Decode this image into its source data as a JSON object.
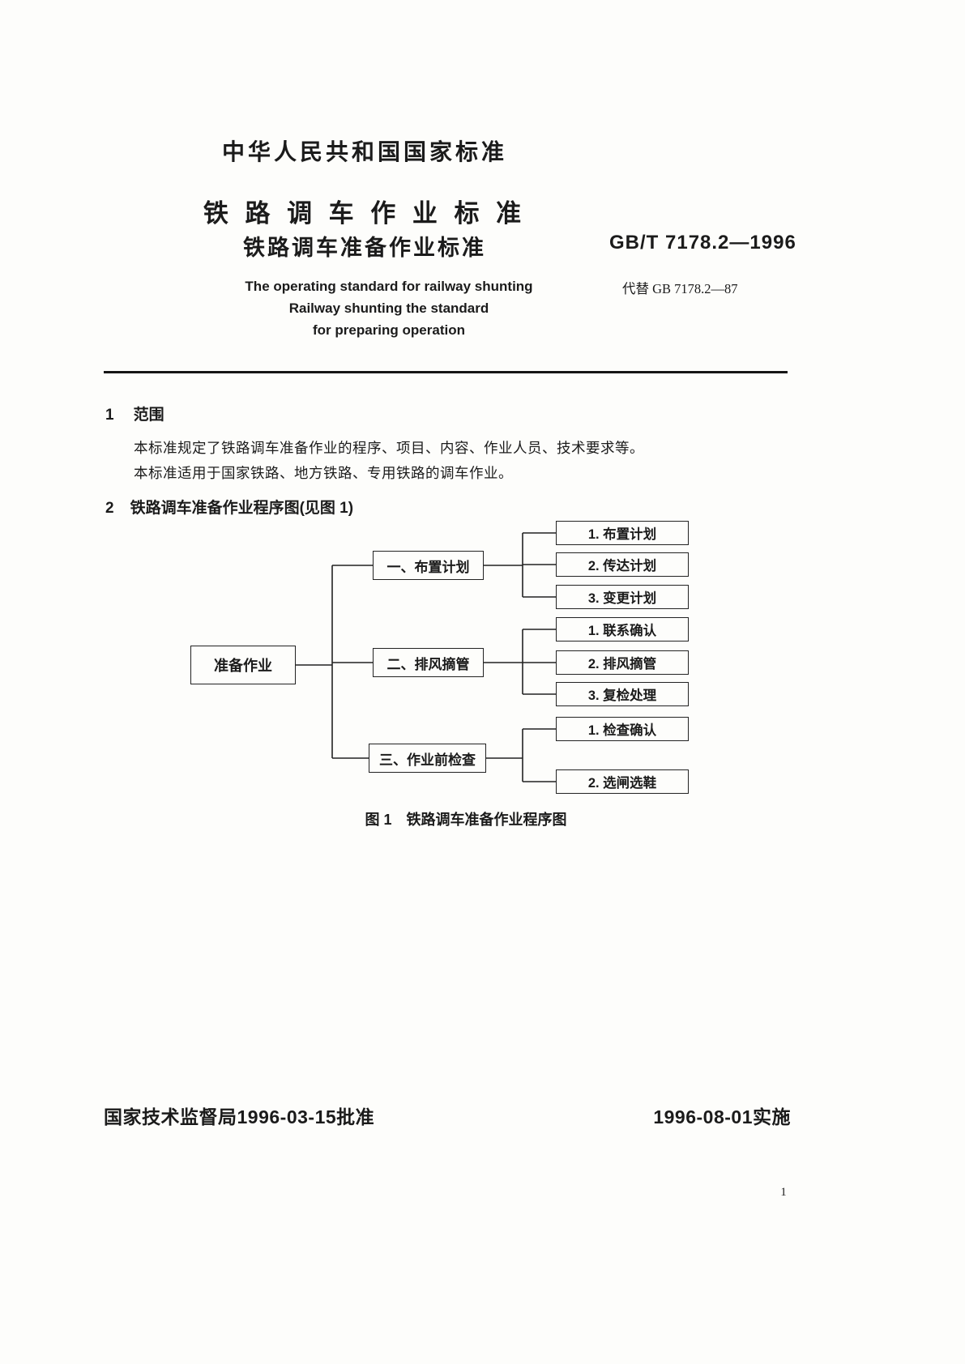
{
  "header": {
    "national_standard_label": "中华人民共和国国家标准",
    "title_line1": "铁 路 调 车 作 业 标 准",
    "title_line2": "铁路调车准备作业标准",
    "standard_number": "GB/T 7178.2—1996",
    "english_title": [
      "The operating standard for railway shunting",
      "Railway shunting the standard",
      "for preparing operation"
    ],
    "replaces": "代替 GB 7178.2—87"
  },
  "sections": {
    "scope": {
      "number": "1",
      "title": "范围",
      "paragraphs": [
        "本标准规定了铁路调车准备作业的程序、项目、内容、作业人员、技术要求等。",
        "本标准适用于国家铁路、地方铁路、专用铁路的调车作业。"
      ]
    },
    "procedure": {
      "number": "2",
      "title": "铁路调车准备作业程序图(见图 1)"
    }
  },
  "figure": {
    "root_label": "准备作业",
    "branches": [
      {
        "label": "一、布置计划",
        "children": [
          "1. 布置计划",
          "2. 传达计划",
          "3. 变更计划"
        ]
      },
      {
        "label": "二、排风摘管",
        "children": [
          "1. 联系确认",
          "2. 排风摘管",
          "3. 复检处理"
        ]
      },
      {
        "label": "三、作业前检查",
        "children": [
          "1. 检查确认",
          "2. 选闸选鞋"
        ]
      }
    ],
    "caption_prefix": "图 1",
    "caption_text": "铁路调车准备作业程序图"
  },
  "footer": {
    "approval": "国家技术监督局1996-03-15批准",
    "implementation": "1996-08-01实施",
    "page_number": "1"
  }
}
